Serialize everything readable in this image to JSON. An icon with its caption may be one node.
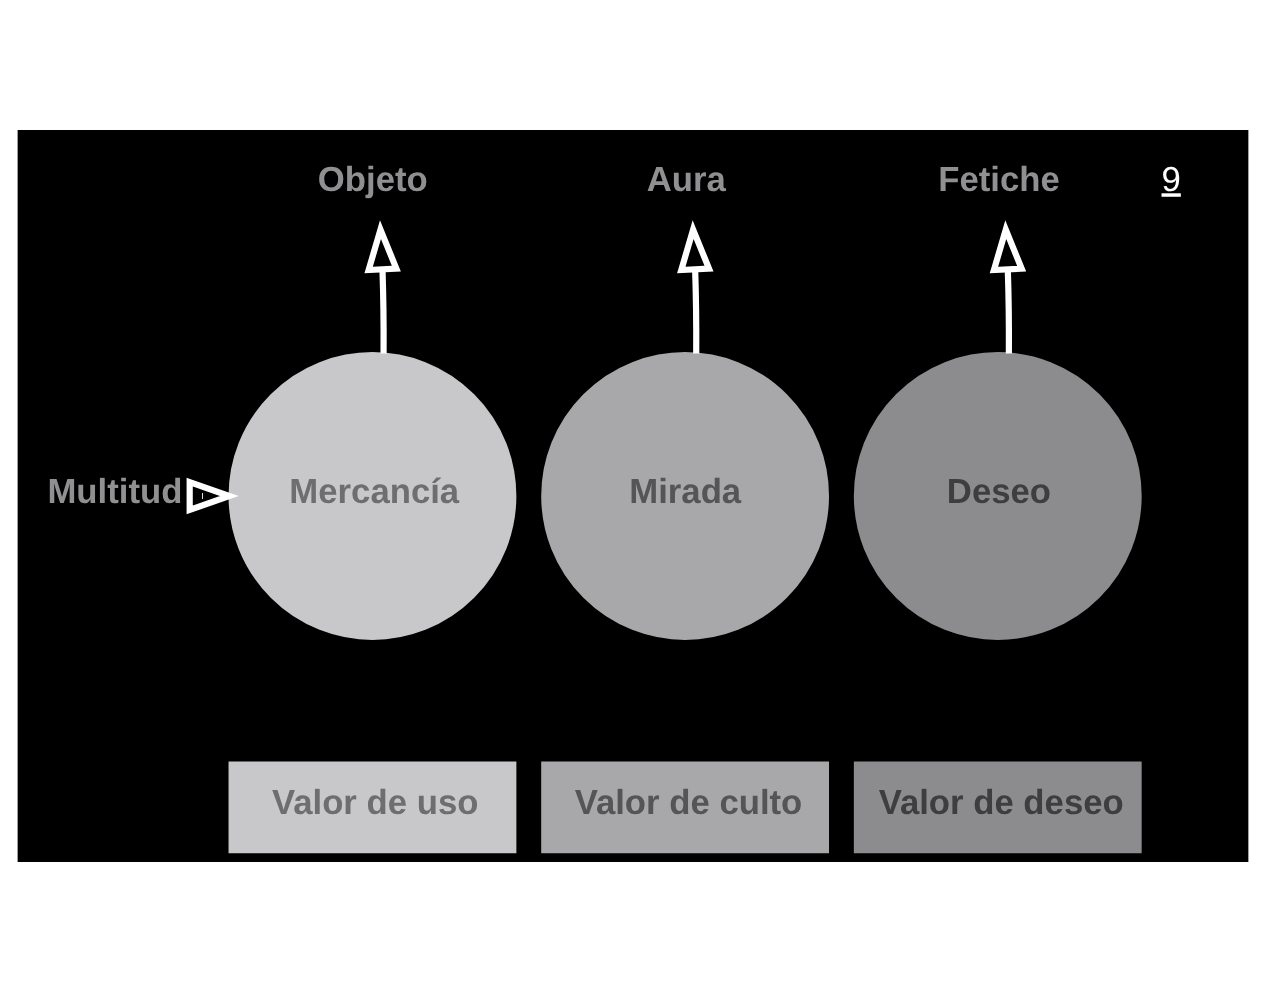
{
  "diagram": {
    "nodes": [
      {
        "text": [
          "Objeto"
        ]
      },
      {
        "text": [
          "Aura"
        ]
      },
      {
        "text": [
          "Fetiche"
        ]
      },
      {
        "text": [
          "Multitud"
        ]
      },
      {
        "text": [
          "Mercancía"
        ]
      },
      {
        "text": [
          "Mirada"
        ]
      },
      {
        "text": [
          "Deseo"
        ]
      },
      {
        "text": [
          "Valor de uso"
        ]
      },
      {
        "text": [
          "Valor de culto"
        ]
      },
      {
        "text": [
          "Valor de deseo"
        ]
      }
    ],
    "edges": [
      {
        "from": 3,
        "to": 4,
        "arrow": "to"
      },
      {
        "from": 4,
        "to": 0,
        "arrow": "to"
      },
      {
        "from": 5,
        "to": 1,
        "arrow": "to"
      },
      {
        "from": 6,
        "to": 2,
        "arrow": "to"
      }
    ],
    "labels": [
      "9"
    ]
  }
}
